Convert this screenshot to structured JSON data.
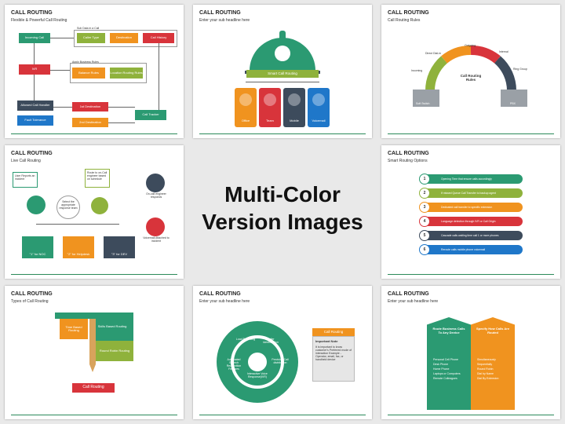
{
  "slides": [
    {
      "title": "CALL ROUTING",
      "subtitle": "Flexible & Powerful Call Routing"
    },
    {
      "title": "CALL ROUTING",
      "subtitle": "Enter your sub headline here"
    },
    {
      "title": "CALL ROUTING",
      "subtitle": "Call Routing Rules"
    },
    {
      "title": "CALL ROUTING",
      "subtitle": "Live Call Routing"
    },
    {
      "title": "CALL ROUTING",
      "subtitle": "Smart Routing Options"
    },
    {
      "title": "CALL ROUTING",
      "subtitle": "Types of Call Routing"
    },
    {
      "title": "CALL ROUTING",
      "subtitle": "Enter your sub headline here"
    },
    {
      "title": "CALL ROUTING",
      "subtitle": "Enter your sub headline here"
    }
  ],
  "center": {
    "line1": "Multi-Color",
    "line2": "Version Images"
  },
  "flow": {
    "subcat": "Sub Data in a Call",
    "incoming": "Incoming Call",
    "caller_type": "Caller Type",
    "destination": "Destination",
    "history": "Call History",
    "ivr": "IVR",
    "apply": "Apply Business Rules",
    "balance": "Balance Rules",
    "location": "Location Routing Rules",
    "allowed": "Allowed Call Handler",
    "fault": "Fault Tolerance",
    "first": "1st Destination",
    "second": "2nd Destination",
    "tracker": "Call Tracker"
  },
  "dome": {
    "banner": "Smart Call Routing",
    "cards": [
      "Office",
      "Team",
      "Mobile",
      "Voicemail"
    ]
  },
  "rules": {
    "center": "Call Routing Rules",
    "labels": [
      "Incoming",
      "Direct Dial-in",
      "Outgoing",
      "Internal",
      "Ring Group"
    ],
    "soft": "Soft Switch",
    "pbx": "PBX"
  },
  "live": {
    "note1": "User Reports an incident",
    "note2": "Route to on-Call engineer based on schedule",
    "select": "Select the appropriate response team",
    "oncall": "On-call engineer responds",
    "voicemail": "Voicemail Attached to incident",
    "opt1": "\"1\" for NOC",
    "opt2": "\"2\" for Helpdesk",
    "opt3": "\"3\" for DEV"
  },
  "options": {
    "items": [
      {
        "num": "1",
        "text": "Opening Time that ensure calls accordingly"
      },
      {
        "num": "2",
        "text": "If missed Queue Call Transfer to backup agent"
      },
      {
        "num": "3",
        "text": "Dedicated call transfer to specific extension"
      },
      {
        "num": "4",
        "text": "Language detection through IVR or Call Origin"
      },
      {
        "num": "5",
        "text": "Cascade calls waiting time call 1 or more phones"
      },
      {
        "num": "6",
        "text": "Reroute calls mobile phone voicemail"
      }
    ]
  },
  "types": {
    "time": "Time Based Routing",
    "skills": "Skills Based Routing",
    "round": "Round Robin Routing",
    "label": "Call Routing"
  },
  "wheel": {
    "segments": [
      "Load Balancing",
      "Caller Identification",
      "Precision Call distribution",
      "Interactive Voice Response(IVR)",
      "Automated Speech Recognition Features"
    ],
    "card_title": "Call Routing",
    "note_title": "Important Note",
    "note_body": "It is important to know customer's Preferred mode of interaction Example - Operator, email, fax, or handheld device"
  },
  "ribbons": {
    "left_title": "Route Business Calls To Any Device",
    "right_title": "Specify How Calls Are Routed",
    "left_items": [
      "Personal Cell Phone",
      "Desk Phone",
      "Home Phone",
      "Laptops or Computers",
      "Remote Colleagues"
    ],
    "right_items": [
      "Simultaneously",
      "Sequentially",
      "Round Robin",
      "Dial by Name",
      "Dial By Extension"
    ]
  },
  "colors": {
    "green": "#2b9a72",
    "orange": "#f0931f",
    "red": "#d8343b",
    "olive": "#8fb23c",
    "blue": "#1f77c9",
    "slate": "#3d4b5c",
    "teal": "#1f9a7a"
  }
}
